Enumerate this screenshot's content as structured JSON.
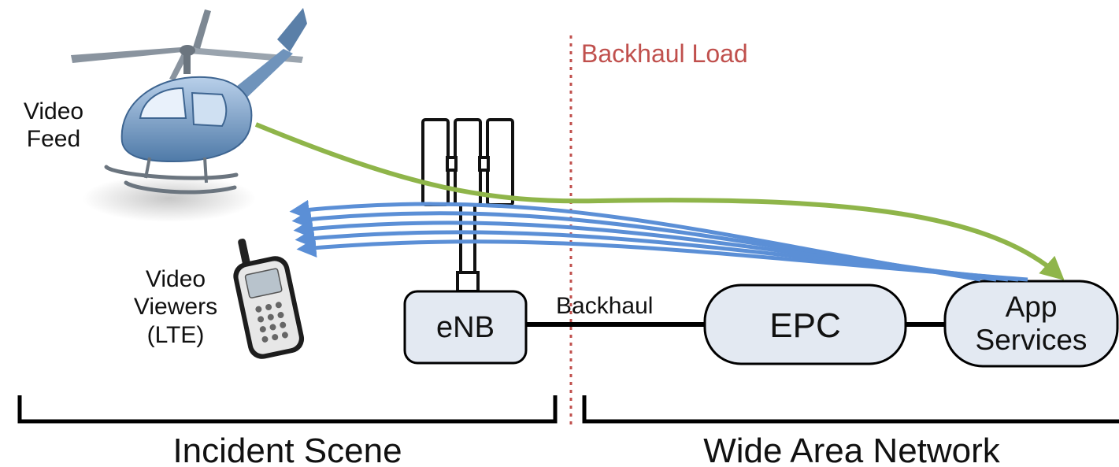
{
  "labels": {
    "video_feed": "Video\nFeed",
    "video_viewers": "Video\nViewers\n(LTE)",
    "backhaul_load": "Backhaul Load",
    "backhaul": "Backhaul",
    "incident_scene": "Incident Scene",
    "wide_area_network": "Wide Area Network"
  },
  "nodes": {
    "enb": "eNB",
    "epc": "EPC",
    "app_services": "App\nServices"
  },
  "icons": {
    "helicopter": "helicopter-icon",
    "phone": "mobile-phone-icon",
    "antenna": "cell-tower-antenna-icon"
  },
  "colors": {
    "video_feed_arrow": "#8fb54a",
    "viewer_arrows": "#5b8fd6",
    "backhaul_load_text": "#c0504d",
    "backhaul_load_divider": "#c0504d",
    "node_fill": "#e3e9f2",
    "helicopter_body": "#7fa6cf"
  }
}
